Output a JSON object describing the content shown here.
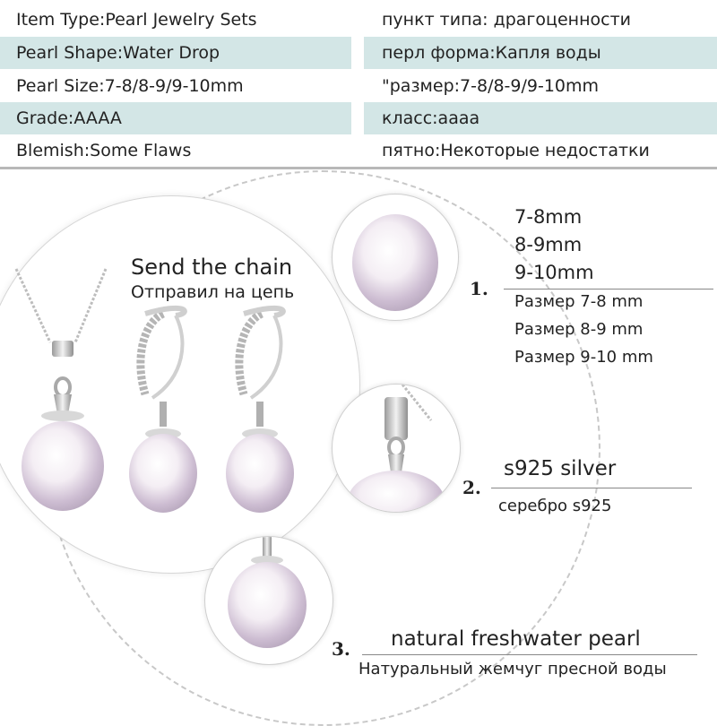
{
  "spec_table": {
    "rows": [
      {
        "en": "Item Type:Pearl Jewelry Sets",
        "ru": "пункт типа: драгоценности"
      },
      {
        "en": "Pearl Shape:Water Drop",
        "ru": "перл форма:Капля воды"
      },
      {
        "en": "Pearl Size:7-8/8-9/9-10mm",
        "ru": "\"размер:7-8/8-9/9-10mm"
      },
      {
        "en": "Grade:AAAA",
        "ru": "класс:аааа"
      },
      {
        "en": "Blemish:Some Flaws",
        "ru": "пятно:Некоторые недостатки"
      }
    ]
  },
  "main_photo": {
    "title_en": "Send the chain",
    "title_ru": "Отправил на цепь"
  },
  "features": [
    {
      "number": "1.",
      "sizes_mm": [
        "7-8mm",
        "8-9mm",
        "9-10mm"
      ],
      "sizes_ru": [
        "Размер 7-8 mm",
        "Размер 8-9 mm",
        "Размер 9-10 mm"
      ]
    },
    {
      "number": "2.",
      "label_en": "s925 silver",
      "label_ru": "серебро s925"
    },
    {
      "number": "3.",
      "label_en": "natural freshwater pearl",
      "label_ru": "Натуральный жемчуг пресной воды"
    }
  ],
  "colors": {
    "shaded_row": "#d3e6e6",
    "pearl_center": "#ffffff",
    "pearl_edge": "#c9b7cc",
    "silver": "#c8c8c8"
  }
}
